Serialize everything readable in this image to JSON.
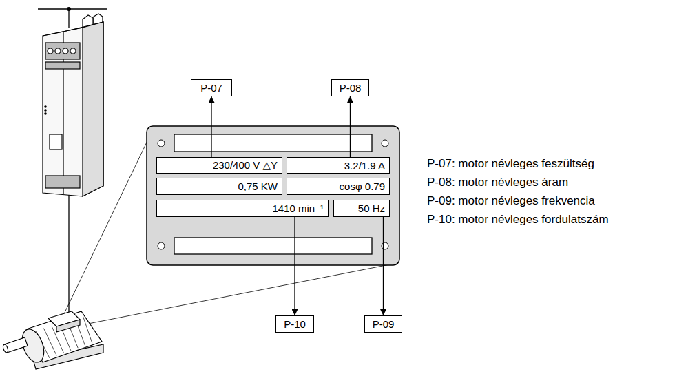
{
  "diagram": {
    "nodes": [
      {
        "text": [
          "P-07"
        ]
      },
      {
        "text": [
          "P-08"
        ]
      },
      {
        "text": [
          "230/400 V △Y"
        ]
      },
      {
        "text": [
          "3.2/1.9 A"
        ]
      },
      {
        "text": [
          "0,75 KW"
        ]
      },
      {
        "text": [
          "cosφ 0.79"
        ]
      },
      {
        "text": [
          "1410 min⁻¹"
        ]
      },
      {
        "text": [
          "50 Hz"
        ]
      },
      {
        "text": [
          "P-10"
        ]
      },
      {
        "text": [
          "P-09"
        ]
      }
    ],
    "edges": [
      {
        "from": 2,
        "to": 0,
        "arrow": "to"
      },
      {
        "from": 3,
        "to": 1,
        "arrow": "to"
      },
      {
        "from": 6,
        "to": 8,
        "arrow": "to"
      },
      {
        "from": 7,
        "to": 9,
        "arrow": "to"
      }
    ],
    "labels": [
      "P-07: motor névleges feszültség",
      "P-08: motor névleges áram",
      "P-09: motor névleges frekvencia",
      "P-10: motor névleges fordulatszám"
    ]
  }
}
